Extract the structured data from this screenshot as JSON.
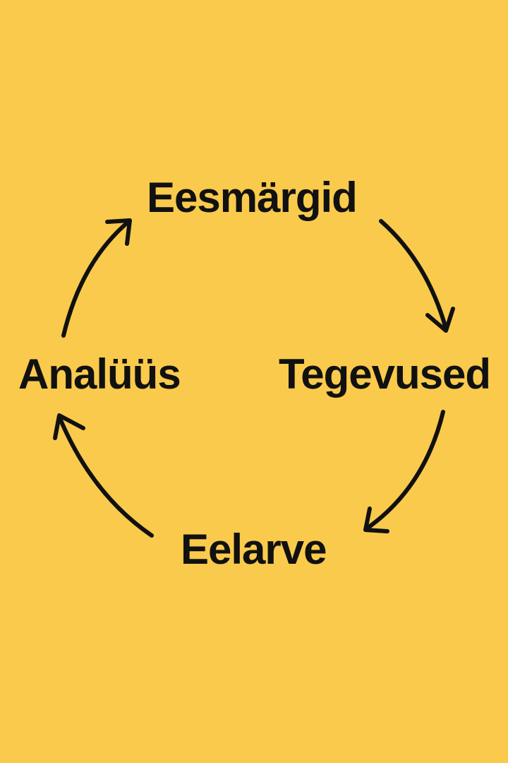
{
  "diagram": {
    "type": "cycle",
    "nodes": [
      {
        "id": "top",
        "label": "Eesmärgid"
      },
      {
        "id": "right",
        "label": "Tegevused"
      },
      {
        "id": "bottom",
        "label": "Eelarve"
      },
      {
        "id": "left",
        "label": "Analüüs"
      }
    ],
    "edges": [
      {
        "from": "Eesmärgid",
        "to": "Tegevused"
      },
      {
        "from": "Tegevused",
        "to": "Eelarve"
      },
      {
        "from": "Eelarve",
        "to": "Analüüs"
      },
      {
        "from": "Analüüs",
        "to": "Eesmärgid"
      }
    ],
    "colors": {
      "background": "#F9CA4C",
      "ink": "#111111"
    }
  }
}
